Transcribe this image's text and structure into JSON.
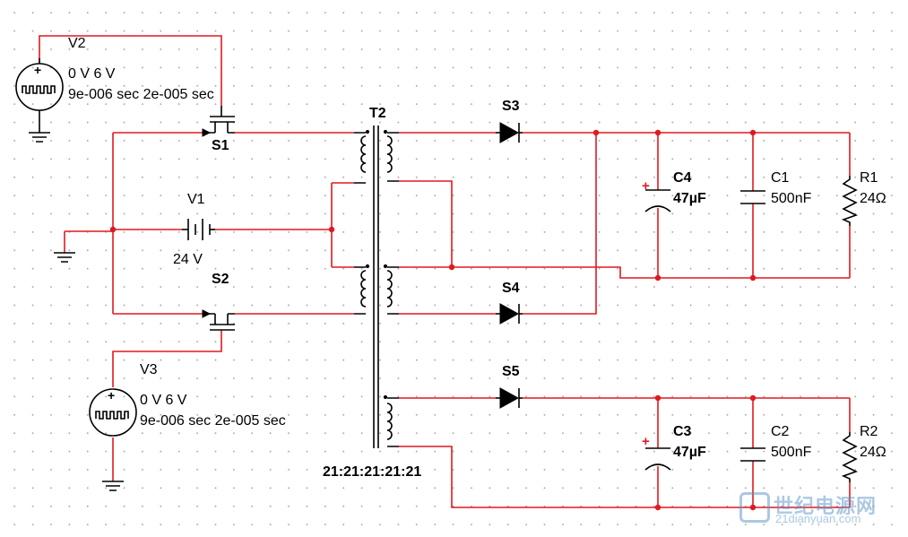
{
  "components": {
    "v2": {
      "name": "V2",
      "amplitude": "0 V 6 V",
      "timing": "9e-006 sec 2e-005 sec"
    },
    "v3": {
      "name": "V3",
      "amplitude": "0 V 6 V",
      "timing": "9e-006 sec 2e-005 sec"
    },
    "v1": {
      "name": "V1",
      "value": "24 V"
    },
    "s1": "S1",
    "s2": "S2",
    "s3": "S3",
    "s4": "S4",
    "s5": "S5",
    "t2": {
      "name": "T2",
      "ratio": "21:21:21:21:21"
    },
    "c4": {
      "name": "C4",
      "value": "47µF"
    },
    "c1": {
      "name": "C1",
      "value": "500nF"
    },
    "r1": {
      "name": "R1",
      "value": "24Ω"
    },
    "c3": {
      "name": "C3",
      "value": "47µF"
    },
    "c2": {
      "name": "C2",
      "value": "500nF"
    },
    "r2": {
      "name": "R2",
      "value": "24Ω"
    },
    "polarity_mark": "+"
  },
  "watermark": {
    "cn": "世纪电源网",
    "url": "21dianyuan.com"
  },
  "colors": {
    "wire": "#e0191f",
    "component": "#000000",
    "grid": "#a8a8a8",
    "background": "#ffffff"
  }
}
